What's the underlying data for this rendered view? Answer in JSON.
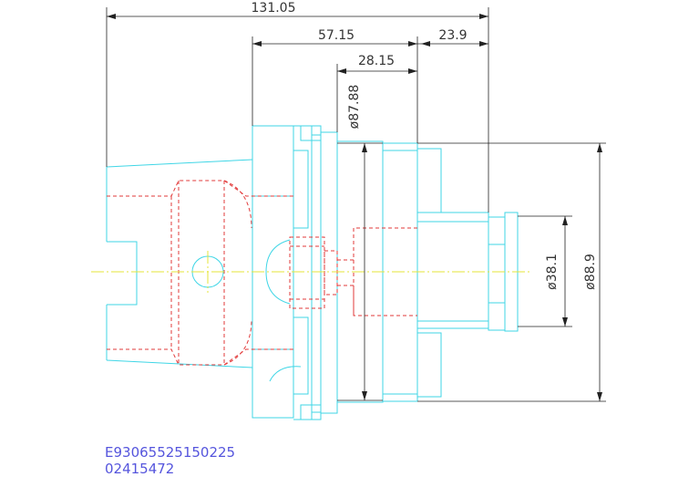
{
  "drawing": {
    "dimensions": {
      "overall_length": "131.05",
      "length_a": "57.15",
      "length_b": "23.9",
      "length_c": "28.15",
      "dia_flange": "ø87.88",
      "dia_bore": "ø38.1",
      "dia_outer": "ø88.9"
    },
    "part_code": "E93065525150225",
    "part_number": "02415472",
    "colors": {
      "body": "#3fd6e6",
      "hidden": "#e23a3a",
      "dimension": "#222222",
      "centerline": "#e6e63a",
      "code_text": "#5555dd"
    }
  }
}
